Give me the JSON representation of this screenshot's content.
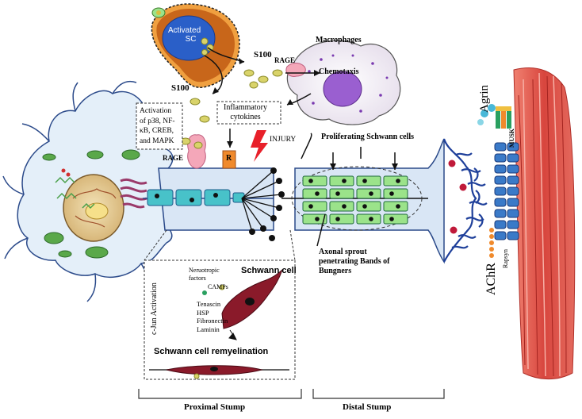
{
  "labels": {
    "activated_sc_line1": "Activated",
    "activated_sc_line2": "SC",
    "s100_top": "S100",
    "s100_left": "S100",
    "rage_top": "RAGE",
    "rage_left": "RAGE",
    "receptor_r": "R",
    "macrophages": "Macrophages",
    "chemotaxis": "Chemotaxis",
    "activation_box": [
      "Activation",
      "of p38, NF-",
      "κB, CREB,",
      "and MAPK"
    ],
    "inflammatory_box": [
      "Inflammatory",
      "cytokines"
    ],
    "injury": "INJURY",
    "proliferating": "Proliferating Schwann cells",
    "axonal_sprout": [
      "Axonal sprout",
      "penetrating Bands of",
      "Bungners"
    ],
    "agrin": "Agrin",
    "musk": "MUSK",
    "rapsyn": "Rapsyn",
    "achr": "AChR",
    "c_jun": "c-Jun Activation",
    "neurotropic": [
      "Neruotropic",
      "factors"
    ],
    "schwann_cell": "Schwann cell",
    "camps": "CAMPs",
    "factors_list": [
      "Tenascin",
      "HSP",
      "Fibronectin",
      "Laminin"
    ],
    "remyelination": "Schwann cell remyelination",
    "proximal_stump": "Proximal Stump",
    "distal_stump": "Distal Stump"
  },
  "colors": {
    "axon_fill": "#d9e6f5",
    "axon_stroke": "#2b4a8a",
    "schwann_cell": "#48c2c9",
    "schwann_green": "#9be38a",
    "muscle": "#e0584e",
    "sc_orange": "#c8661a",
    "sc_blue": "#2a5fc8",
    "macrophage": "#9a5fd0",
    "rage": "#f4a7b9",
    "receptor": "#f08a2c",
    "injury": "#e8202a",
    "dot_yellow": "#d9d36a"
  }
}
